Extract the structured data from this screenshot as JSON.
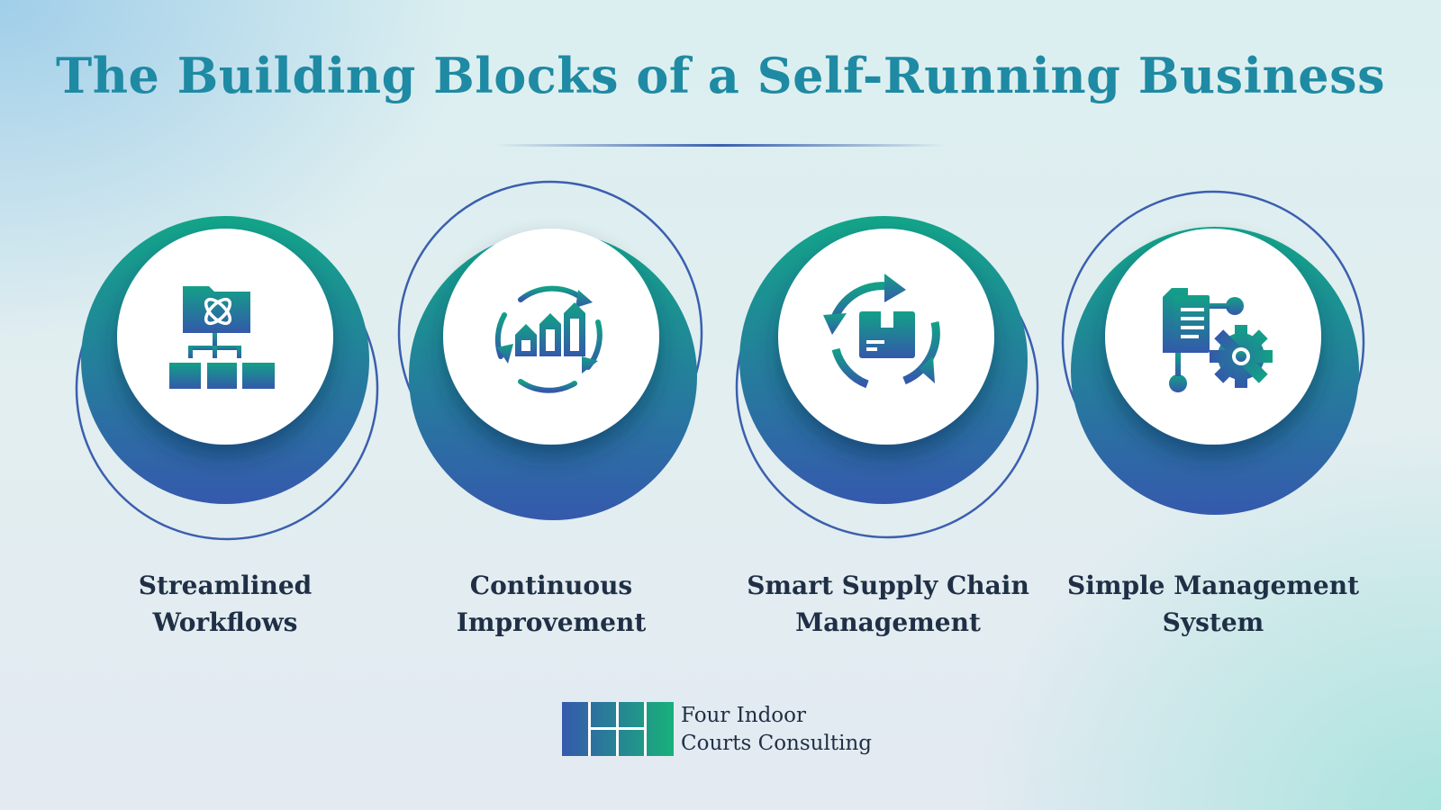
{
  "title": "The Building Blocks of a Self-Running Business",
  "colors": {
    "teal": "#12a689",
    "blue": "#3559ad",
    "title": "#1f8aa3",
    "text": "#1f2f45",
    "ring": "#3b5fae"
  },
  "blocks": [
    {
      "line1": "Streamlined",
      "line2": "Workflows",
      "icon": "workflow-hierarchy-icon"
    },
    {
      "line1": "Continuous",
      "line2": "Improvement",
      "icon": "growth-cycle-icon"
    },
    {
      "line1": "Smart Supply Chain",
      "line2": "Management",
      "icon": "supply-chain-cycle-icon"
    },
    {
      "line1": "Simple Management",
      "line2": "System",
      "icon": "document-gear-icon"
    }
  ],
  "logo": {
    "line1": "Four Indoor",
    "line2": "Courts Consulting"
  }
}
